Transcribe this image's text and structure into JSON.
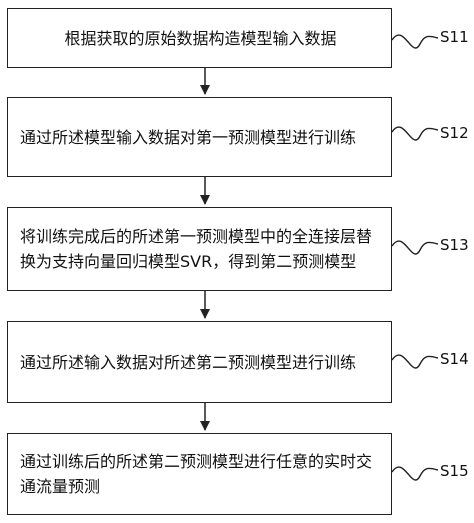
{
  "steps": [
    {
      "id": "S11",
      "text": "根据获取的原始数据构造模型输入数据"
    },
    {
      "id": "S12",
      "text": "通过所述模型输入数据对第一预测模型进行训练"
    },
    {
      "id": "S13",
      "text": "将训练完成后的所述第一预测模型中的全连接层替换为支持向量回归模型SVR，得到第二预测模型"
    },
    {
      "id": "S14",
      "text": "通过所述输入数据对所述第二预测模型进行训练"
    },
    {
      "id": "S15",
      "text": "通过训练后的所述第二预测模型进行任意的实时交通流量预测"
    }
  ]
}
